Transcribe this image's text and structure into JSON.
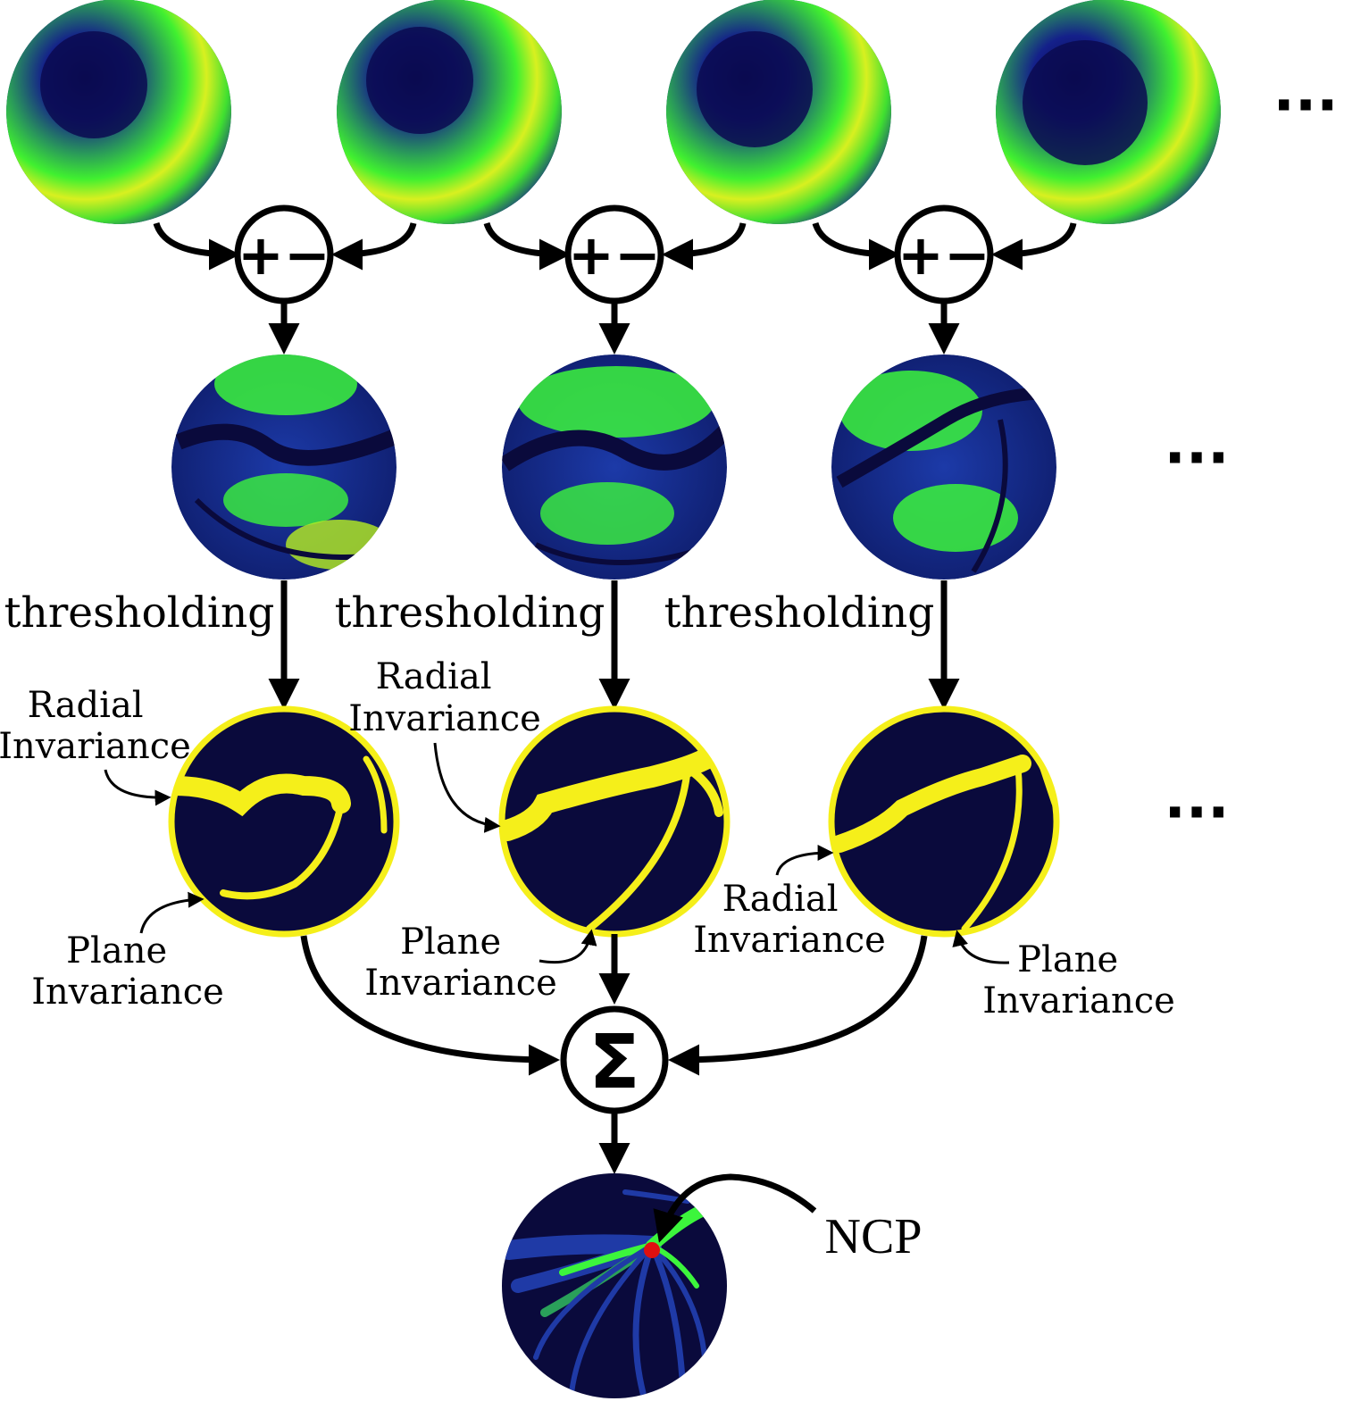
{
  "operators": {
    "difference_symbol": "+−",
    "sum_symbol": "Σ"
  },
  "labels": {
    "threshold": [
      "thresholding",
      "thresholding",
      "thresholding"
    ],
    "radial_line1": "Radial",
    "radial_line2": "Invariance",
    "plane_line1": "Plane",
    "plane_line2": "Invariance",
    "ncp": "NCP",
    "ellipsis": "···"
  },
  "colors": {
    "sphere_dark": "#0a0a3c",
    "sphere_blue": "#1f3aa6",
    "sphere_green": "#3cf53c",
    "sphere_yellow": "#f5ef1a",
    "ncp_point": "#e01010"
  }
}
